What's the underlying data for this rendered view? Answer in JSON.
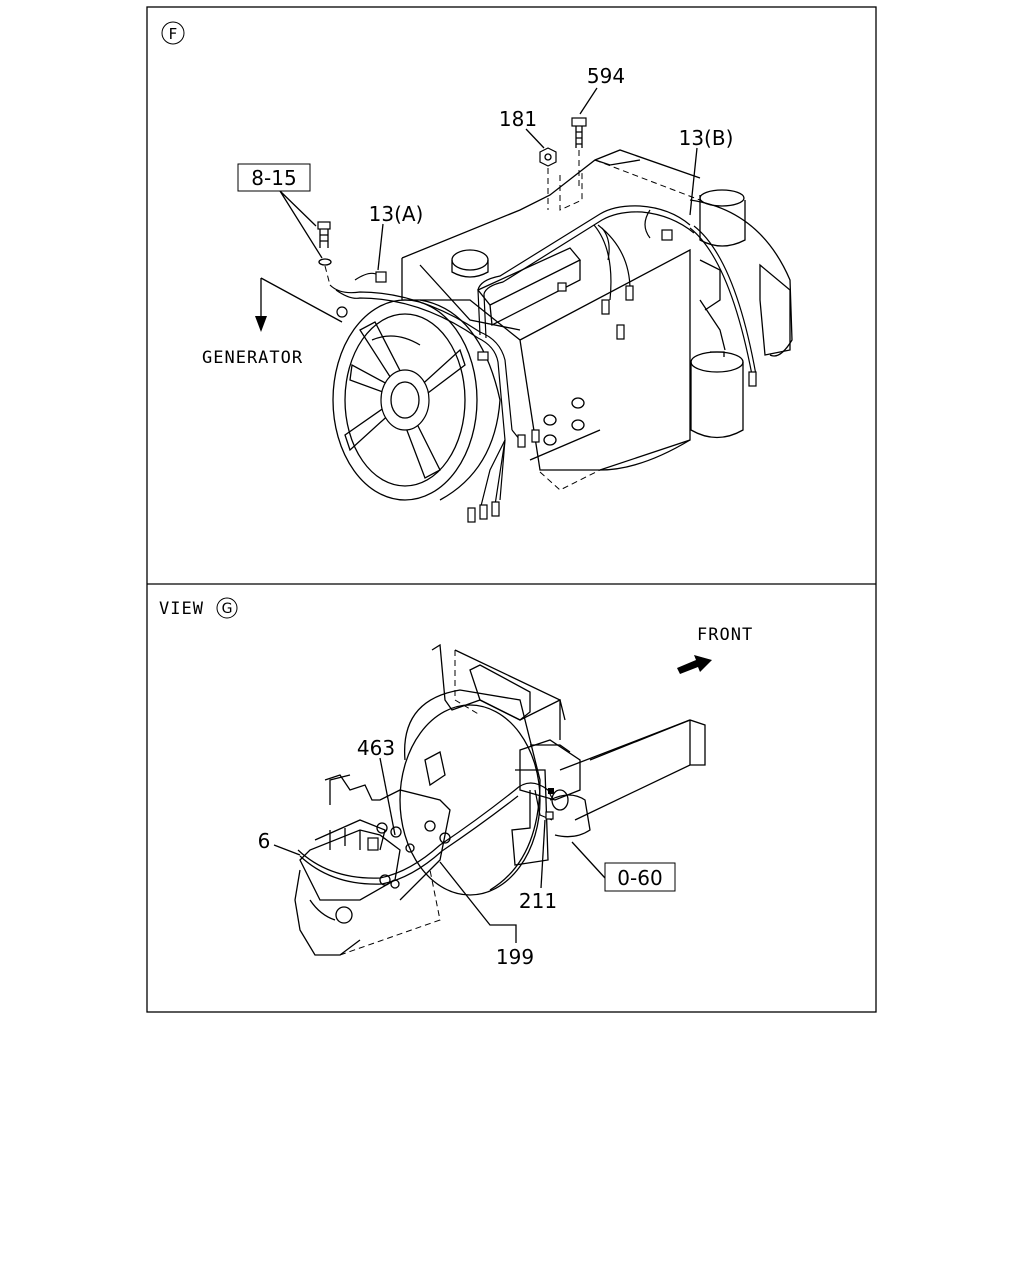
{
  "panel_top": {
    "marker": "F",
    "callouts": {
      "c594": "594",
      "c181": "181",
      "c13b": "13(B)",
      "c815": "8-15",
      "c13a": "13(A)",
      "generator": "GENERATOR"
    }
  },
  "panel_bottom": {
    "view_label": "VIEW",
    "view_marker": "G",
    "front": "FRONT",
    "callouts": {
      "c463": "463",
      "c6": "6",
      "c060": "0-60",
      "c211": "211",
      "c199": "199"
    }
  }
}
